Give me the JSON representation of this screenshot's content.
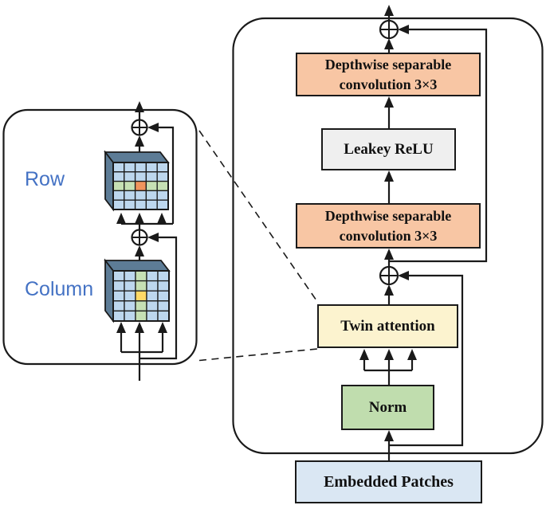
{
  "colors": {
    "line": "#1A1A1A",
    "conv_box": "#F8C6A4",
    "relu_box": "#EFEFEF",
    "attention_box": "#FCF3CF",
    "norm_box": "#C0DDAE",
    "embed_box": "#DAE7F3",
    "label_blue": "#4472C4",
    "cube_face": "#5D7C96",
    "cell_blue": "#BDD7EE",
    "cell_green": "#C6E0B4",
    "cell_orange": "#F0945C",
    "cell_yellow": "#FFD966"
  },
  "icons": {
    "sum_icon": "⊕",
    "arrow_icon": "▲"
  },
  "main_block": {
    "conv_top": "Depthwise separable\nconvolution 3×3",
    "relu": "Leakey ReLU",
    "conv_bottom": "Depthwise separable\nconvolution 3×3",
    "attention": "Twin attention",
    "norm": "Norm",
    "input": "Embedded Patches"
  },
  "inset": {
    "row_label": "Row",
    "column_label": "Column",
    "row_cube": {
      "rows": 5,
      "cols": 5,
      "highlight": "row",
      "highlight_index": 2,
      "center_cell": [
        2,
        2
      ],
      "center_color": "orange"
    },
    "column_cube": {
      "rows": 5,
      "cols": 5,
      "highlight": "column",
      "highlight_index": 2,
      "center_cell": [
        2,
        2
      ],
      "center_color": "yellow"
    }
  }
}
